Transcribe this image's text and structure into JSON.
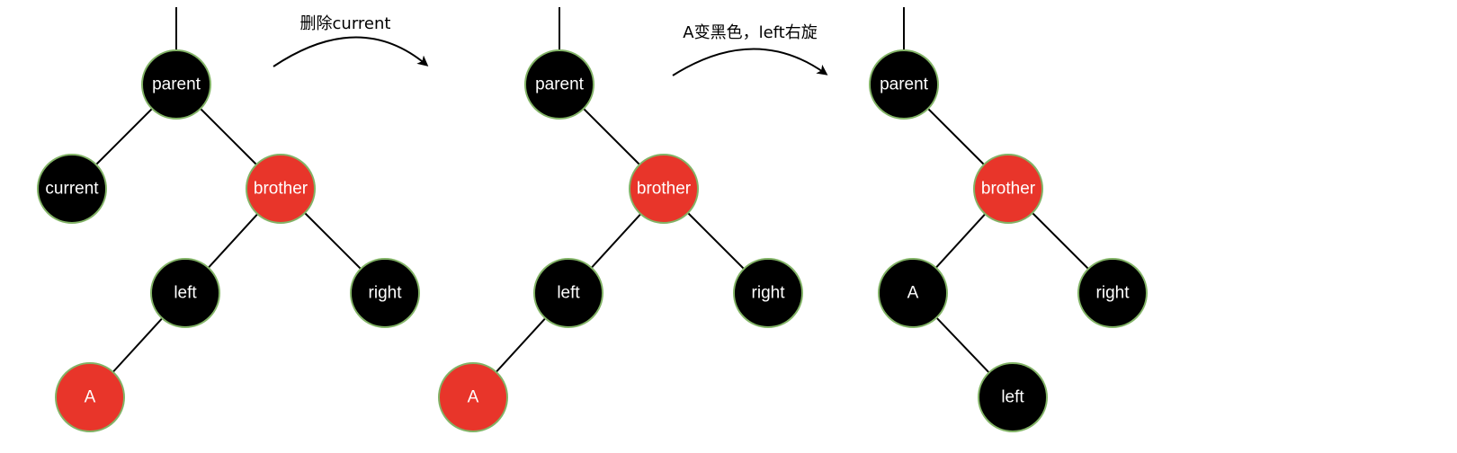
{
  "colors": {
    "black_node": "#000000",
    "red_node": "#e8352a",
    "node_border": "#82b366",
    "label": "#ffffff"
  },
  "steps": [
    {
      "nodes": [
        {
          "id": "parent",
          "label": "parent",
          "color": "black"
        },
        {
          "id": "current",
          "label": "current",
          "color": "black"
        },
        {
          "id": "brother",
          "label": "brother",
          "color": "red"
        },
        {
          "id": "left",
          "label": "left",
          "color": "black"
        },
        {
          "id": "right",
          "label": "right",
          "color": "black"
        },
        {
          "id": "A",
          "label": "A",
          "color": "red"
        }
      ],
      "edges": [
        [
          "parent",
          "current"
        ],
        [
          "parent",
          "brother"
        ],
        [
          "brother",
          "left"
        ],
        [
          "brother",
          "right"
        ],
        [
          "left",
          "A"
        ]
      ]
    },
    {
      "nodes": [
        {
          "id": "parent",
          "label": "parent",
          "color": "black"
        },
        {
          "id": "brother",
          "label": "brother",
          "color": "red"
        },
        {
          "id": "left",
          "label": "left",
          "color": "black"
        },
        {
          "id": "right",
          "label": "right",
          "color": "black"
        },
        {
          "id": "A",
          "label": "A",
          "color": "red"
        }
      ],
      "edges": [
        [
          "parent",
          "brother"
        ],
        [
          "brother",
          "left"
        ],
        [
          "brother",
          "right"
        ],
        [
          "left",
          "A"
        ]
      ]
    },
    {
      "nodes": [
        {
          "id": "parent",
          "label": "parent",
          "color": "black"
        },
        {
          "id": "brother",
          "label": "brother",
          "color": "red"
        },
        {
          "id": "A",
          "label": "A",
          "color": "black"
        },
        {
          "id": "right",
          "label": "right",
          "color": "black"
        },
        {
          "id": "left",
          "label": "left",
          "color": "black"
        }
      ],
      "edges": [
        [
          "parent",
          "brother"
        ],
        [
          "brother",
          "A"
        ],
        [
          "brother",
          "right"
        ],
        [
          "A",
          "left"
        ]
      ]
    }
  ],
  "transitions": [
    {
      "label": "删除current"
    },
    {
      "label": "A变黑色，left右旋"
    }
  ]
}
